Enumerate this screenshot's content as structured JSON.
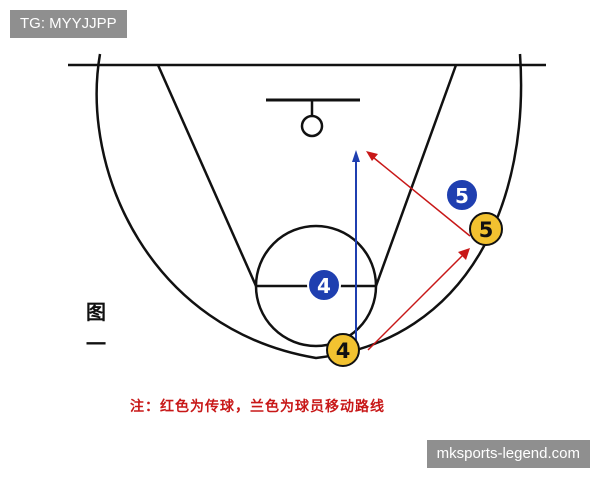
{
  "source_tag": "TG: MYYJJPP",
  "watermark": "mksports-legend.com",
  "figure_label": "图一",
  "caption": "注：红色为传球，兰色为球员移动路线",
  "players": [
    {
      "number": "4",
      "team": "offense",
      "color": "#f2c230"
    },
    {
      "number": "5",
      "team": "offense",
      "color": "#f2c230"
    },
    {
      "number": "4",
      "team": "defense",
      "color": "#1f3fb0"
    },
    {
      "number": "5",
      "team": "defense",
      "color": "#1f3fb0"
    }
  ],
  "legend": {
    "pass_color": "#c81818",
    "movement_color": "#1f3fb0"
  }
}
